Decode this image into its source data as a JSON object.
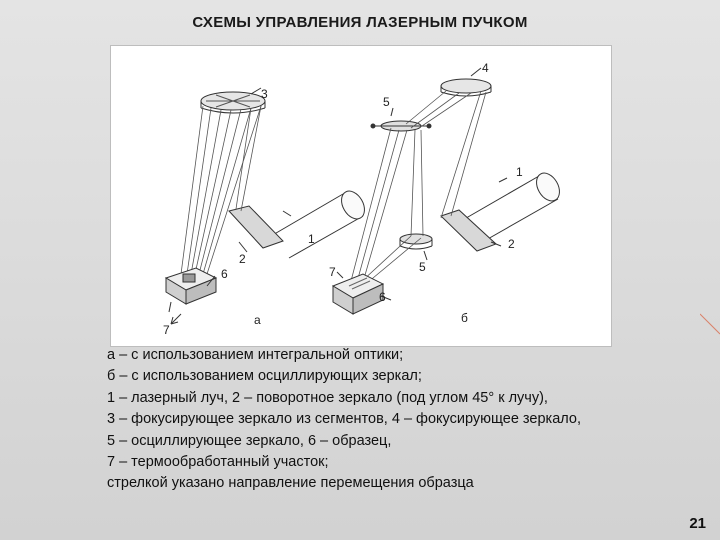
{
  "title": "СХЕМЫ УПРАВЛЕНИЯ ЛАЗЕРНЫМ ПУЧКОМ",
  "figure": {
    "labels": {
      "a": "а",
      "b": "б",
      "a1": "1",
      "a2": "2",
      "a3": "3",
      "a6": "6",
      "a7": "7",
      "b1": "1",
      "b2": "2",
      "b4": "4",
      "b5top": "5",
      "b5bot": "5",
      "b6": "6",
      "b7": "7"
    }
  },
  "caption": {
    "lines": [
      "а – с использованием интегральной оптики;",
      "б – с использованием осциллирующих зеркал;",
      "1 – лазерный луч, 2 – поворотное зеркало (под углом 45° к лучу),",
      "3 – фокусирующее зеркало из сегментов, 4 – фокусирующее зеркало,",
      "5 – осциллирующее зеркало, 6 – образец,",
      "7 – термообработанный участок;",
      "стрелкой указано направление перемещения образца"
    ]
  },
  "page_number": "21"
}
